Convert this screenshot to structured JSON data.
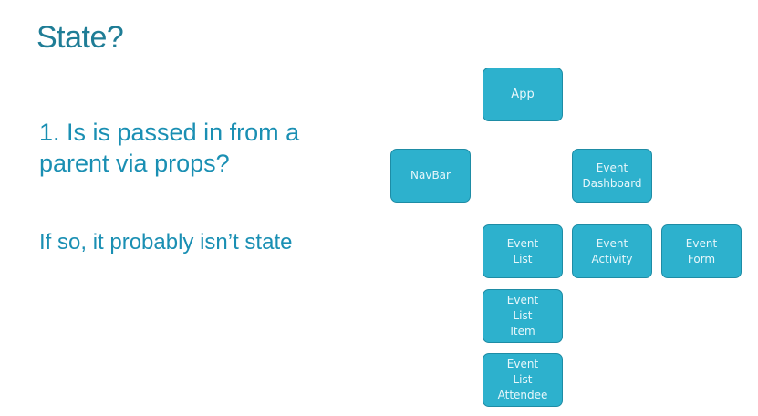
{
  "slide": {
    "title": "State?",
    "question": "1.  Is is passed in from a parent via props?",
    "note": "If so, it probably isn’t state"
  },
  "diagram": {
    "nodes": {
      "app": "App",
      "navbar": "NavBar",
      "event_dashboard": "Event\nDashboard",
      "event_list": "Event\nList",
      "event_activity": "Event\nActivity",
      "event_form": "Event\nForm",
      "event_list_item": "Event\nList\nItem",
      "event_list_attendee": "Event\nList\nAttendee"
    },
    "colors": {
      "node_fill": "#2db1cd",
      "node_border": "#1e8ca5",
      "node_text": "#e8f7fb"
    }
  }
}
